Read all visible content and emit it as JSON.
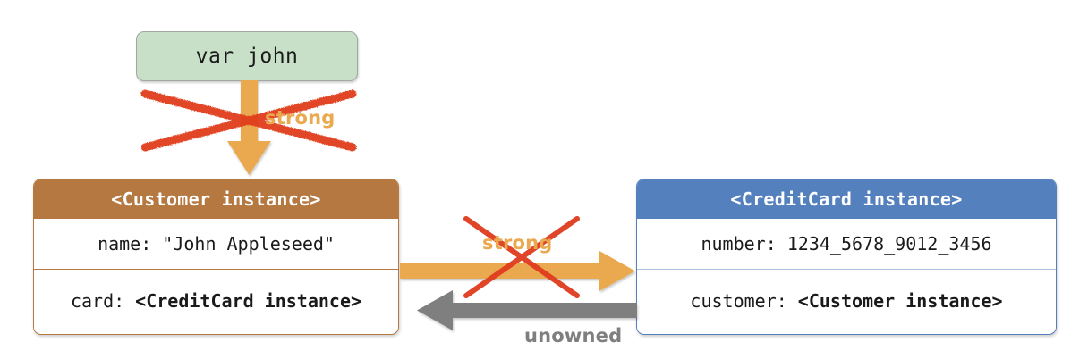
{
  "diagram": {
    "title": "Swift ARC unowned reference: Customer and CreditCard",
    "colors": {
      "customer_header": "#b47840",
      "creditcard_header": "#5580be",
      "variable_box": "#c8e0c8",
      "strong_arrow": "#eaa94f",
      "unowned_arrow": "#7f7f7f",
      "break_mark": "#e03c1e"
    }
  },
  "variable": {
    "label": "var john"
  },
  "customer": {
    "header": "<Customer instance>",
    "rows": [
      {
        "key": "name:",
        "value": "\"John Appleseed\"",
        "bold_value": false
      },
      {
        "key": "card:",
        "value": "<CreditCard instance>",
        "bold_value": true
      }
    ]
  },
  "creditcard": {
    "header": "<CreditCard instance>",
    "rows": [
      {
        "key": "number:",
        "value": "1234_5678_9012_3456",
        "bold_value": false
      },
      {
        "key": "customer:",
        "value": "<Customer instance>",
        "bold_value": true
      }
    ]
  },
  "edges": [
    {
      "id": "var-to-customer",
      "label": "strong",
      "direction": "down",
      "color": "#eaa94f",
      "broken": true,
      "break_mark": "red-x"
    },
    {
      "id": "customer-to-creditcard",
      "label": "strong",
      "direction": "right",
      "color": "#eaa94f",
      "broken": true,
      "break_mark": "red-x"
    },
    {
      "id": "creditcard-to-customer",
      "label": "unowned",
      "direction": "left",
      "color": "#7f7f7f",
      "broken": false,
      "break_mark": "none"
    }
  ]
}
